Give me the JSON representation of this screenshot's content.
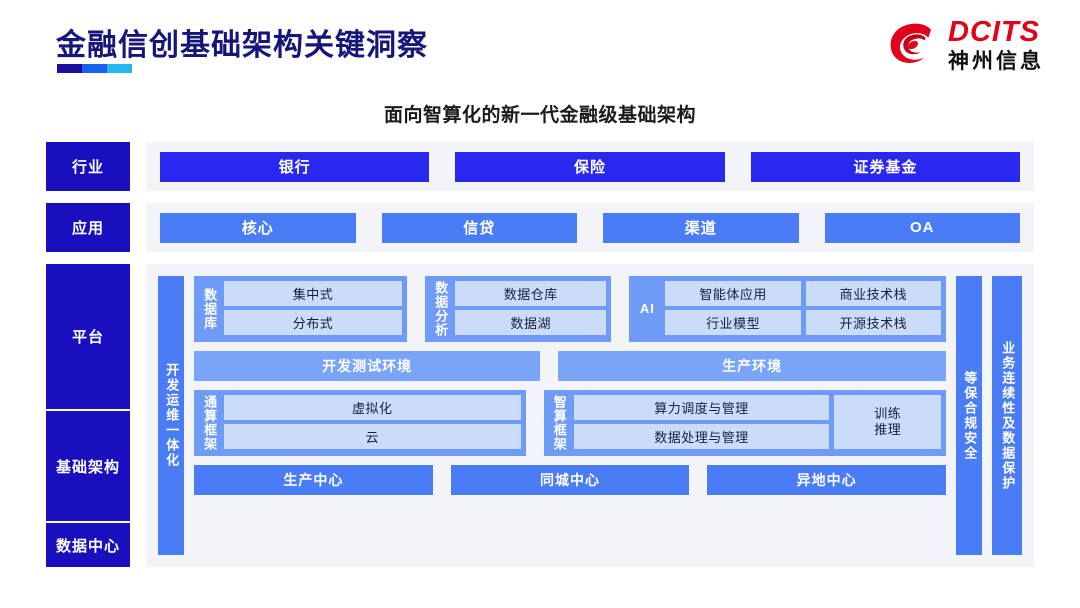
{
  "header": {
    "title": "金融信创基础架构关键洞察",
    "rule_colors": [
      "#1a0f9e",
      "#1763f0",
      "#27b6ee"
    ],
    "logo": {
      "en": "DCITS",
      "cn": "神州信息",
      "mark": "swirl-logo-icon",
      "color": "#e2001a"
    }
  },
  "subtitle": "面向智算化的新一代金融级基础架构",
  "layers": {
    "industry": {
      "rail": "行业",
      "items": [
        "银行",
        "保险",
        "证券基金"
      ]
    },
    "application": {
      "rail": "应用",
      "items": [
        "核心",
        "信贷",
        "渠道",
        "OA"
      ]
    },
    "platform": {
      "rail": "平台"
    },
    "infrastructure": {
      "rail": "基础架构"
    },
    "datacenter": {
      "rail": "数据中心",
      "items": [
        "生产中心",
        "同城中心",
        "异地中心"
      ]
    }
  },
  "side_columns": {
    "left": "开发运维一体化",
    "right_inner": "等保合规安全",
    "right_outer": "业务连续性及数据保护"
  },
  "platform_groups": [
    {
      "label": "数据库",
      "cells": [
        "集中式",
        "分布式"
      ]
    },
    {
      "label": "数据分析",
      "cells": [
        "数据仓库",
        "数据湖"
      ]
    },
    {
      "label": "AI",
      "cells_left": [
        "智能体应用",
        "行业模型"
      ],
      "cells_right": [
        "商业技术栈",
        "开源技术栈"
      ]
    }
  ],
  "environments": [
    "开发测试环境",
    "生产环境"
  ],
  "compute_groups": [
    {
      "label": "通算框架",
      "cells": [
        "虚拟化",
        "云"
      ]
    },
    {
      "label": "智算框架",
      "cells": [
        "算力调度与管理",
        "数据处理与管理"
      ],
      "side_cell_line1": "训练",
      "side_cell_line2": "推理"
    }
  ],
  "colors": {
    "rail_dark": "#1a0fbf",
    "industry_blue": "#2a27f0",
    "app_blue": "#4a7cf5",
    "group_blue": "#6e9bf5",
    "cell_light": "#cbdcfb",
    "band_gray": "#f3f4f7"
  }
}
